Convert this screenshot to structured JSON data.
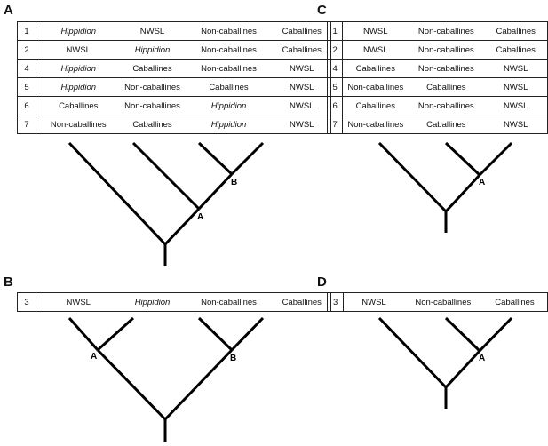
{
  "panels": {
    "A": {
      "label": "A",
      "rows": [
        {
          "num": "1",
          "cells": [
            {
              "t": "Hippidion",
              "i": true
            },
            {
              "t": "NWSL",
              "i": false
            },
            {
              "t": "Non-caballines",
              "i": false
            },
            {
              "t": "Caballines",
              "i": false
            }
          ]
        },
        {
          "num": "2",
          "cells": [
            {
              "t": "NWSL",
              "i": false
            },
            {
              "t": "Hippidion",
              "i": true
            },
            {
              "t": "Non-caballines",
              "i": false
            },
            {
              "t": "Caballines",
              "i": false
            }
          ]
        },
        {
          "num": "4",
          "cells": [
            {
              "t": "Hippidion",
              "i": true
            },
            {
              "t": "Caballines",
              "i": false
            },
            {
              "t": "Non-caballines",
              "i": false
            },
            {
              "t": "NWSL",
              "i": false
            }
          ]
        },
        {
          "num": "5",
          "cells": [
            {
              "t": "Hippidion",
              "i": true
            },
            {
              "t": "Non-caballines",
              "i": false
            },
            {
              "t": "Caballines",
              "i": false
            },
            {
              "t": "NWSL",
              "i": false
            }
          ]
        },
        {
          "num": "6",
          "cells": [
            {
              "t": "Caballines",
              "i": false
            },
            {
              "t": "Non-caballines",
              "i": false
            },
            {
              "t": "Hippidion",
              "i": true
            },
            {
              "t": "NWSL",
              "i": false
            }
          ]
        },
        {
          "num": "7",
          "cells": [
            {
              "t": "Non-caballines",
              "i": false
            },
            {
              "t": "Caballines",
              "i": false
            },
            {
              "t": "Hippidion",
              "i": true
            },
            {
              "t": "NWSL",
              "i": false
            }
          ]
        }
      ],
      "node_labels": [
        "A",
        "B"
      ]
    },
    "B": {
      "label": "B",
      "rows": [
        {
          "num": "3",
          "cells": [
            {
              "t": "NWSL",
              "i": false
            },
            {
              "t": "Hippidion",
              "i": true
            },
            {
              "t": "Non-caballines",
              "i": false
            },
            {
              "t": "Caballines",
              "i": false
            }
          ]
        }
      ],
      "node_labels": [
        "A",
        "B"
      ]
    },
    "C": {
      "label": "C",
      "rows": [
        {
          "num": "1",
          "cells": [
            {
              "t": "NWSL",
              "i": false
            },
            {
              "t": "Non-caballines",
              "i": false
            },
            {
              "t": "Caballines",
              "i": false
            }
          ]
        },
        {
          "num": "2",
          "cells": [
            {
              "t": "NWSL",
              "i": false
            },
            {
              "t": "Non-caballines",
              "i": false
            },
            {
              "t": "Caballines",
              "i": false
            }
          ]
        },
        {
          "num": "4",
          "cells": [
            {
              "t": "Caballines",
              "i": false
            },
            {
              "t": "Non-caballines",
              "i": false
            },
            {
              "t": "NWSL",
              "i": false
            }
          ]
        },
        {
          "num": "5",
          "cells": [
            {
              "t": "Non-caballines",
              "i": false
            },
            {
              "t": "Caballines",
              "i": false
            },
            {
              "t": "NWSL",
              "i": false
            }
          ]
        },
        {
          "num": "6",
          "cells": [
            {
              "t": "Caballines",
              "i": false
            },
            {
              "t": "Non-caballines",
              "i": false
            },
            {
              "t": "NWSL",
              "i": false
            }
          ]
        },
        {
          "num": "7",
          "cells": [
            {
              "t": "Non-caballines",
              "i": false
            },
            {
              "t": "Caballines",
              "i": false
            },
            {
              "t": "NWSL",
              "i": false
            }
          ]
        }
      ],
      "node_labels": [
        "A"
      ]
    },
    "D": {
      "label": "D",
      "rows": [
        {
          "num": "3",
          "cells": [
            {
              "t": "NWSL",
              "i": false
            },
            {
              "t": "Non-caballines",
              "i": false
            },
            {
              "t": "Caballines",
              "i": false
            }
          ]
        }
      ],
      "node_labels": [
        "A"
      ]
    }
  }
}
